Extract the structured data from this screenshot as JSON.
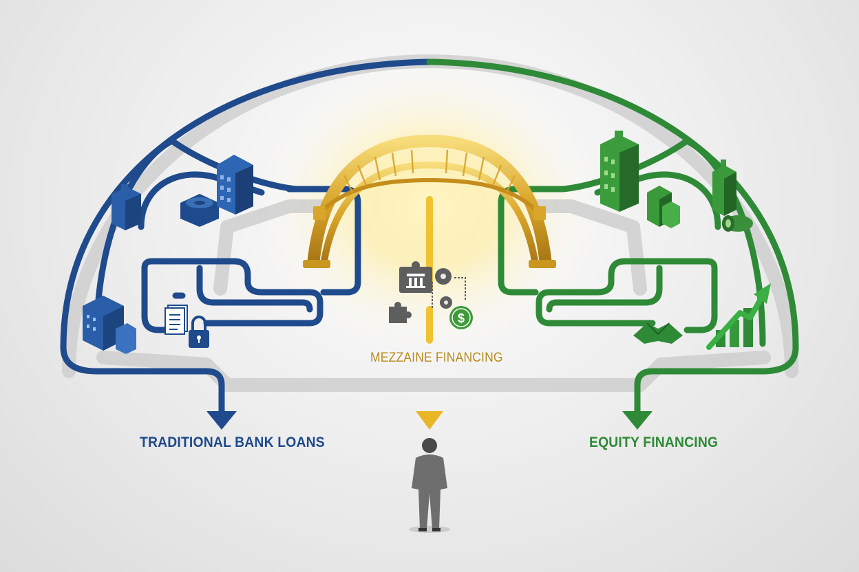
{
  "labels": {
    "left": "TRADITIONAL BANK LOANS",
    "center": "MEZZAINE FINANCING",
    "right": "EQUITY FINANCING"
  },
  "colors": {
    "bank_blue": "#1f4a8c",
    "equity_green": "#2e8a37",
    "mezzanine_gold": "#e6b52a",
    "path_shadow": "#c8c8c8",
    "person_suit": "#6e6e6e"
  },
  "icons": {
    "left": [
      "office-tower-icon",
      "coin-stack-icon",
      "office-building-icon",
      "building-cluster-icon",
      "documents-icon",
      "padlock-icon"
    ],
    "center": [
      "bridge-icon",
      "bank-puzzle-icon",
      "gears-icon",
      "puzzle-piece-icon",
      "dollar-coin-icon",
      "person-icon"
    ],
    "right": [
      "green-skyscraper-icon",
      "green-tower-icon",
      "building-blocks-icon",
      "cash-roll-icon",
      "handshake-icon",
      "growth-arrow-icon"
    ]
  }
}
